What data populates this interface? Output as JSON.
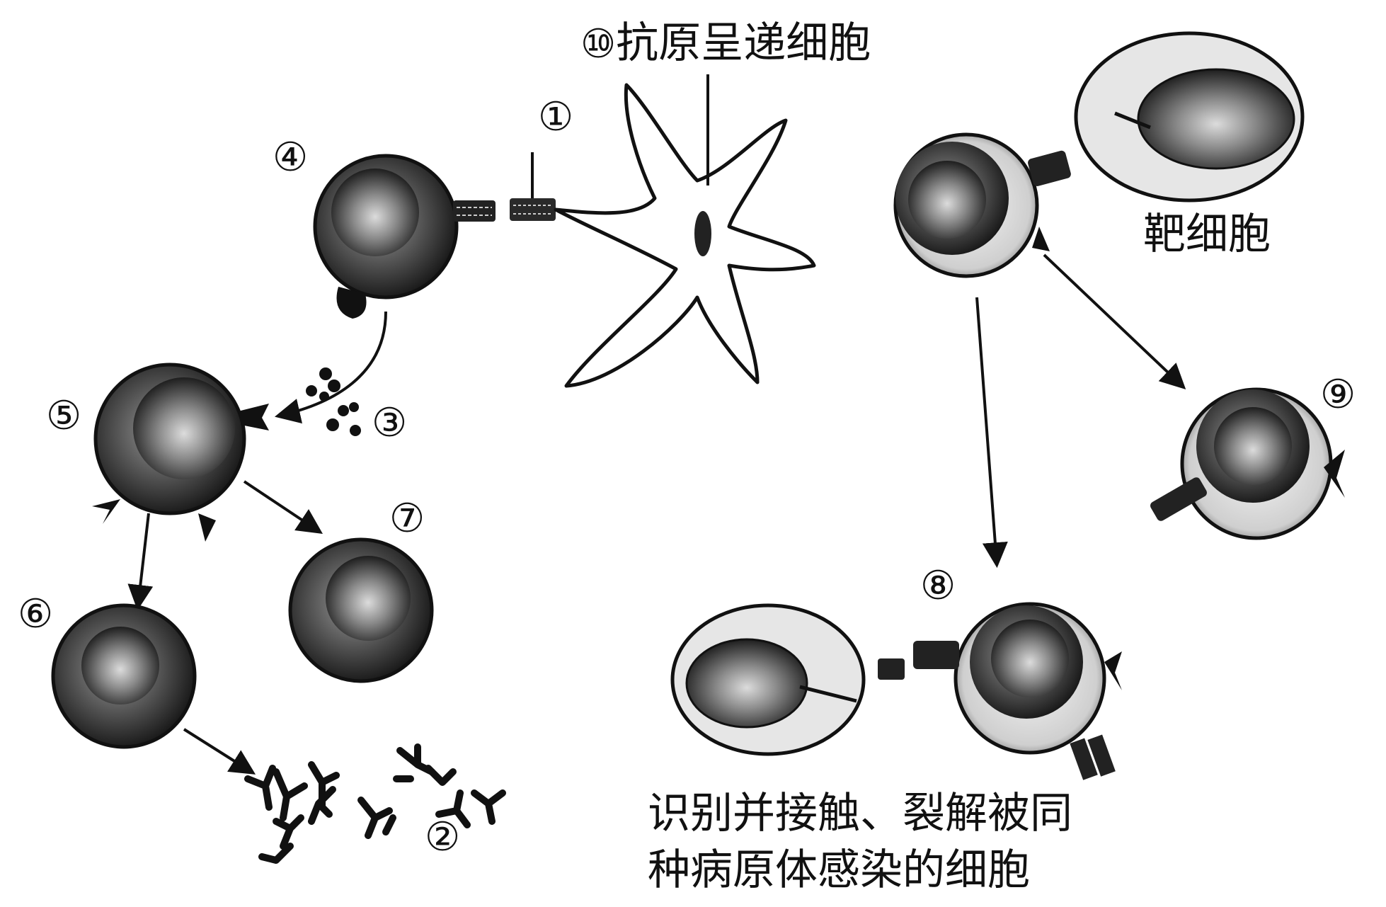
{
  "labels": {
    "n1": "①",
    "n2": "②",
    "n3": "③",
    "n4": "④",
    "n5": "⑤",
    "n6": "⑥",
    "n7": "⑦",
    "n8": "⑧",
    "n9": "⑨",
    "n10": "⑩",
    "apc": "抗原呈递细胞",
    "target": "靶细胞",
    "caption_line1": "识别并接触、裂解被同",
    "caption_line2": "种病原体感染的细胞"
  }
}
